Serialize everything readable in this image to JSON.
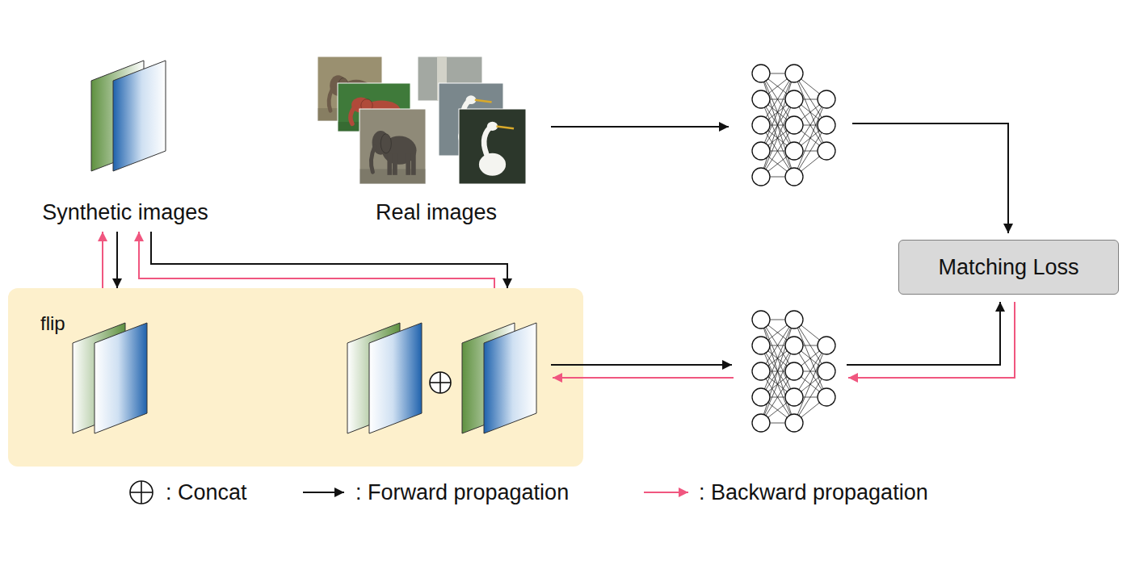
{
  "diagram": {
    "nodes": [
      {
        "text": [
          "Synthetic images"
        ]
      },
      {
        "text": [
          "Real images"
        ]
      },
      {
        "text": [
          "flip"
        ]
      },
      {
        "text": [
          "Matching Loss"
        ]
      }
    ],
    "edges": [
      {
        "from": 0,
        "to": 2,
        "arrow": "to"
      },
      {
        "from": 2,
        "to": 0,
        "arrow": "to"
      },
      {
        "from": 0,
        "to": 2,
        "arrow": "to"
      },
      {
        "from": 2,
        "to": 0,
        "arrow": "to"
      }
    ],
    "legend": [
      {
        "text": ": Concat"
      },
      {
        "text": ": Forward propagation"
      },
      {
        "text": ": Backward propagation"
      }
    ]
  }
}
